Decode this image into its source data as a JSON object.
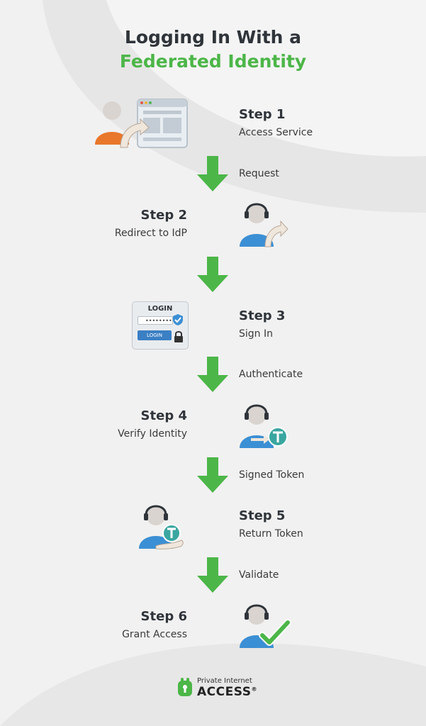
{
  "title": {
    "line1": "Logging In With a",
    "line2": "Federated Identity"
  },
  "colors": {
    "accent": "#4cb648",
    "dark": "#2f343a",
    "blue": "#3b8fd4",
    "orange": "#e8772c"
  },
  "steps": [
    {
      "title": "Step 1",
      "desc": "Access Service",
      "icon": "user-browser-icon"
    },
    {
      "title": "Step 2",
      "desc": "Redirect to IdP",
      "icon": "agent-redirect-icon"
    },
    {
      "title": "Step 3",
      "desc": "Sign In",
      "icon": "login-form-icon"
    },
    {
      "title": "Step 4",
      "desc": "Verify Identity",
      "icon": "agent-token-icon"
    },
    {
      "title": "Step 5",
      "desc": "Return Token",
      "icon": "agent-hand-token-icon"
    },
    {
      "title": "Step 6",
      "desc": "Grant Access",
      "icon": "agent-checkmark-icon"
    }
  ],
  "arrows": [
    "Request",
    "",
    "Authenticate",
    "Signed Token",
    "Validate"
  ],
  "login_card": {
    "heading": "LOGIN",
    "button": "LOGIN",
    "password_mask": "••••••••"
  },
  "footer": {
    "brand_small": "Private Internet",
    "brand_large": "ACCESS",
    "mark": "®"
  }
}
